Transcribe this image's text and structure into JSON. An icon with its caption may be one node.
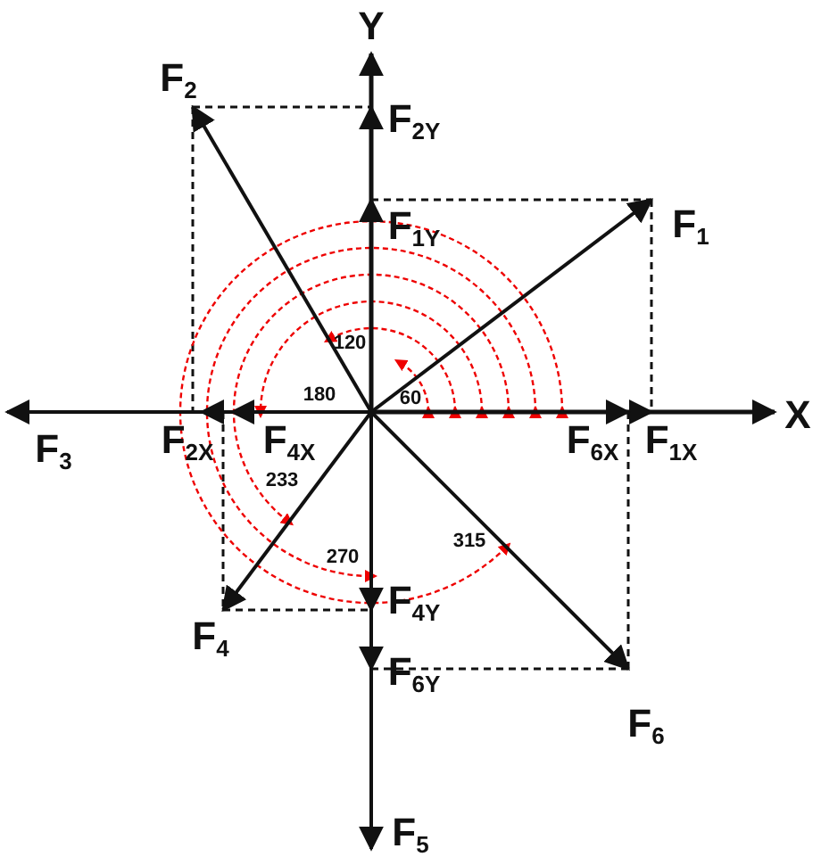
{
  "diagram": {
    "labels": [
      "Y",
      "F$_{2}$",
      "F$_{2Y}$",
      "F$_{1Y}$",
      "F$_{1}$",
      "120",
      "180",
      "60",
      "X",
      "F$_{3}$",
      "F$_{2X}$",
      "F$_{4X}$",
      "F$_{6X}$",
      "F$_{1X}$",
      "233",
      "315",
      "270",
      "F$_{4}$",
      "F$_{4Y}$",
      "F$_{6Y}$",
      "F$_{6}$",
      "F$_{5}$"
    ]
  }
}
